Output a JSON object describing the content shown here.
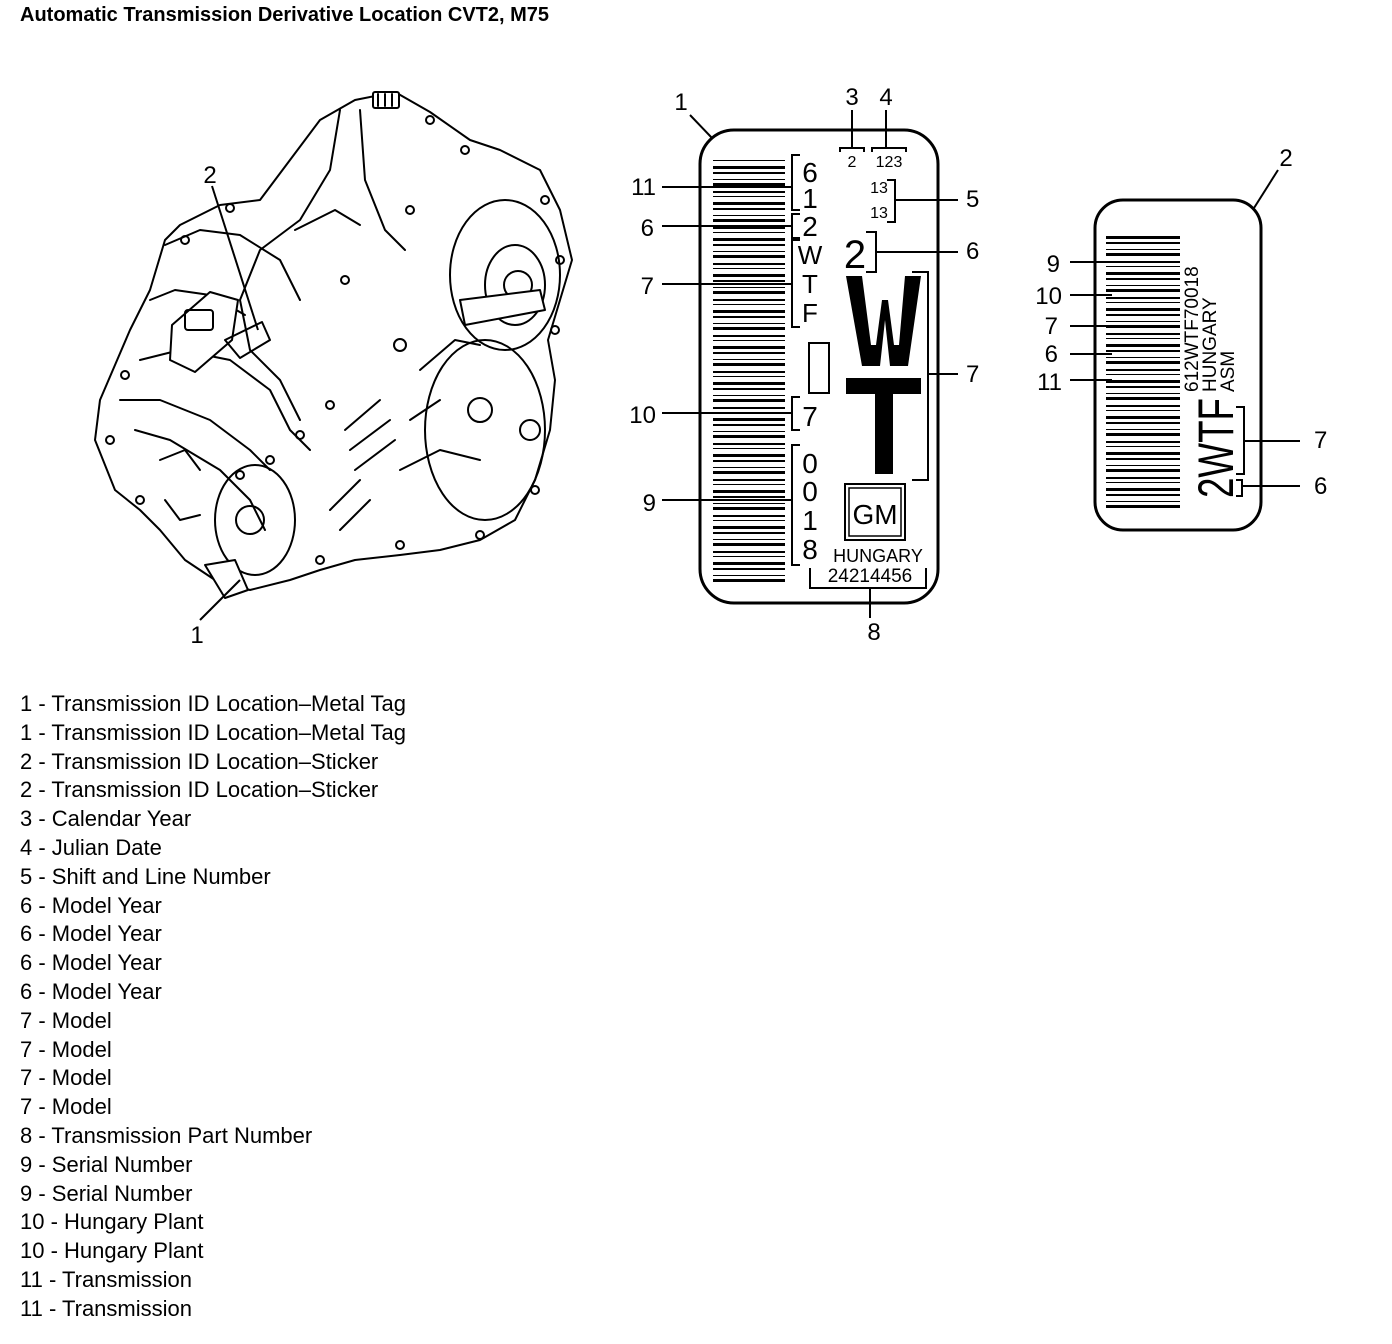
{
  "title": "Automatic Transmission Derivative Location CVT2, M75",
  "callouts": {
    "trans_tag": "1",
    "trans_sticker": "2",
    "tag_1": "1",
    "tag_3": "3",
    "tag_4": "4",
    "tag_5": "5",
    "tag_6_right": "6",
    "tag_7_right": "7",
    "tag_8": "8",
    "tag_11": "11",
    "tag_6_left": "6",
    "tag_7_left": "7",
    "tag_10": "10",
    "tag_9": "9",
    "sticker_2": "2",
    "sticker_9": "9",
    "sticker_10": "10",
    "sticker_7_left": "7",
    "sticker_6_left": "6",
    "sticker_11": "11",
    "sticker_7_right": "7",
    "sticker_6_right": "6"
  },
  "metal_tag": {
    "year_digit": "2",
    "julian": "123",
    "shift_1": "13",
    "shift_2": "13",
    "vertical_chars": [
      "6",
      "1",
      "2",
      "W",
      "T",
      "F"
    ],
    "big_digit": "2",
    "big_letters": [
      "W",
      "T"
    ],
    "plant_char": "7",
    "serial_chars": [
      "0",
      "0",
      "1",
      "8"
    ],
    "logo": "GM",
    "country": "HUNGARY",
    "part_number": "24214456"
  },
  "sticker": {
    "line1": "612WTF70018",
    "line2": "HUNGARY",
    "line3": "ASM",
    "model": "2WTF"
  },
  "legend": [
    "1 - Transmission ID Location–Metal Tag",
    "1 - Transmission ID Location–Metal Tag",
    "2 - Transmission ID Location–Sticker",
    "2 - Transmission ID Location–Sticker",
    "3 - Calendar Year",
    "4 - Julian Date",
    "5 - Shift and Line Number",
    "6 - Model Year",
    "6 - Model Year",
    "6 - Model Year",
    "6 - Model Year",
    "7 - Model",
    "7 - Model",
    "7 - Model",
    "7 - Model",
    "8 - Transmission Part Number",
    "9 - Serial Number",
    "9 - Serial Number",
    "10 - Hungary Plant",
    "10 - Hungary Plant",
    "11 - Transmission",
    "11 - Transmission"
  ]
}
